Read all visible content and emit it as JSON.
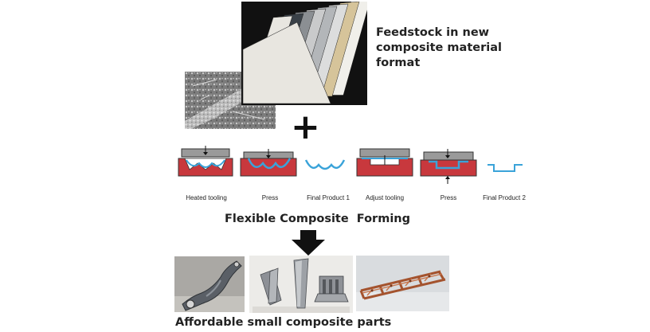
{
  "feedstock": {
    "caption_line1": "Feedstock in new",
    "caption_line2": "composite material",
    "caption_line3": "format",
    "sheet_colors": [
      "#e8e6e0",
      "#3a4148",
      "#8b8f93",
      "#c9cacb",
      "#b3b6b9",
      "#dcdddd",
      "#d6c49a",
      "#f0efea"
    ],
    "backdrop_color": "#111111"
  },
  "plus": {
    "symbol": "+"
  },
  "process": {
    "steps": [
      {
        "label": "Heated tooling"
      },
      {
        "label": "Press"
      },
      {
        "label": "Final Product 1"
      },
      {
        "label": "Adjust tooling"
      },
      {
        "label": "Press"
      },
      {
        "label": "Final Product 2"
      }
    ],
    "tool_color": "#c8383d",
    "sheet_color": "#3aa3d9"
  },
  "forming": {
    "title": "Flexible Composite  Forming"
  },
  "parts": {
    "caption": "Affordable small composite parts"
  }
}
